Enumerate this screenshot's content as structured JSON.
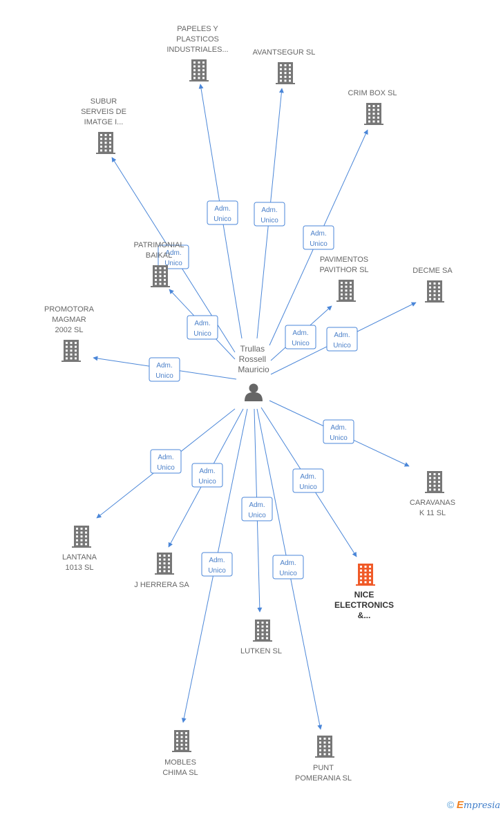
{
  "center": {
    "lines": [
      "Trullas",
      "Rossell",
      "Mauricio"
    ]
  },
  "colors": {
    "edge": "#4a86d8",
    "node": "#777777",
    "highlight": "#f05a28",
    "person": "#666666"
  },
  "nodes": [
    {
      "id": "papeles",
      "lines": [
        "PAPELES Y",
        "PLASTICOS",
        "INDUSTRIALES..."
      ],
      "highlight": false
    },
    {
      "id": "avantsegur",
      "lines": [
        "AVANTSEGUR SL"
      ],
      "highlight": false
    },
    {
      "id": "crimbox",
      "lines": [
        "CRIM BOX  SL"
      ],
      "highlight": false
    },
    {
      "id": "subur",
      "lines": [
        "SUBUR",
        "SERVEIS DE",
        "IMATGE I..."
      ],
      "highlight": false
    },
    {
      "id": "patrimonial",
      "lines": [
        "PATRIMONIAL",
        "BAIKAL"
      ],
      "highlight": false
    },
    {
      "id": "pavimentos",
      "lines": [
        "PAVIMENTOS",
        "PAVITHOR  SL"
      ],
      "highlight": false
    },
    {
      "id": "decme",
      "lines": [
        "DECME SA"
      ],
      "highlight": false
    },
    {
      "id": "promotora",
      "lines": [
        "PROMOTORA",
        "MAGMAR",
        "2002 SL"
      ],
      "highlight": false
    },
    {
      "id": "caravanas",
      "lines": [
        "CARAVANAS",
        "K 11  SL"
      ],
      "highlight": false
    },
    {
      "id": "lantana",
      "lines": [
        "LANTANA",
        "1013  SL"
      ],
      "highlight": false
    },
    {
      "id": "jherrera",
      "lines": [
        "J HERRERA SA"
      ],
      "highlight": false
    },
    {
      "id": "nice",
      "lines": [
        "NICE",
        "ELECTRONICS",
        "&..."
      ],
      "highlight": true
    },
    {
      "id": "lutken",
      "lines": [
        "LUTKEN SL"
      ],
      "highlight": false
    },
    {
      "id": "mobles",
      "lines": [
        "MOBLES",
        "CHIMA  SL"
      ],
      "highlight": false
    },
    {
      "id": "punt",
      "lines": [
        "PUNT",
        "POMERANIA SL"
      ],
      "highlight": false
    }
  ],
  "edge_label": [
    "Adm.",
    "Unico"
  ],
  "footer": {
    "copyright": "©",
    "brand_initial": "E",
    "brand_rest": "mpresia"
  }
}
